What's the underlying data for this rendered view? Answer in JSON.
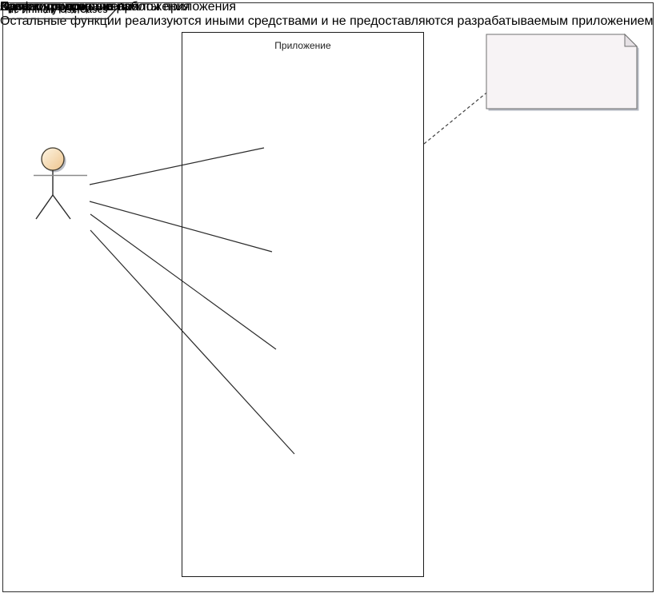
{
  "frame": {
    "title": "uc Primary Use Cases"
  },
  "system_boundary": {
    "label": "Приложение"
  },
  "actor": {
    "label": "Администратор"
  },
  "use_cases": [
    {
      "label": "Конфигурирование\nприложения"
    },
    {
      "label": "Запуск приложения"
    },
    {
      "label": "Остановка\nприложения"
    },
    {
      "label": "Просмотр журнала\nработы приложения"
    }
  ],
  "note": {
    "text": "Остальные функции реализуются\nиными средствами и не\nпредоставляются\nразрабатываемым приложением"
  },
  "colors": {
    "usecase_fill_light": "#fdf5e3",
    "usecase_fill_dark": "#eec48d",
    "usecase_border": "#3f3a2d",
    "note_fill": "#f7f3f5",
    "note_text": "#23265f",
    "shadow": "#b4b8c2",
    "line": "#2a2a2a"
  }
}
